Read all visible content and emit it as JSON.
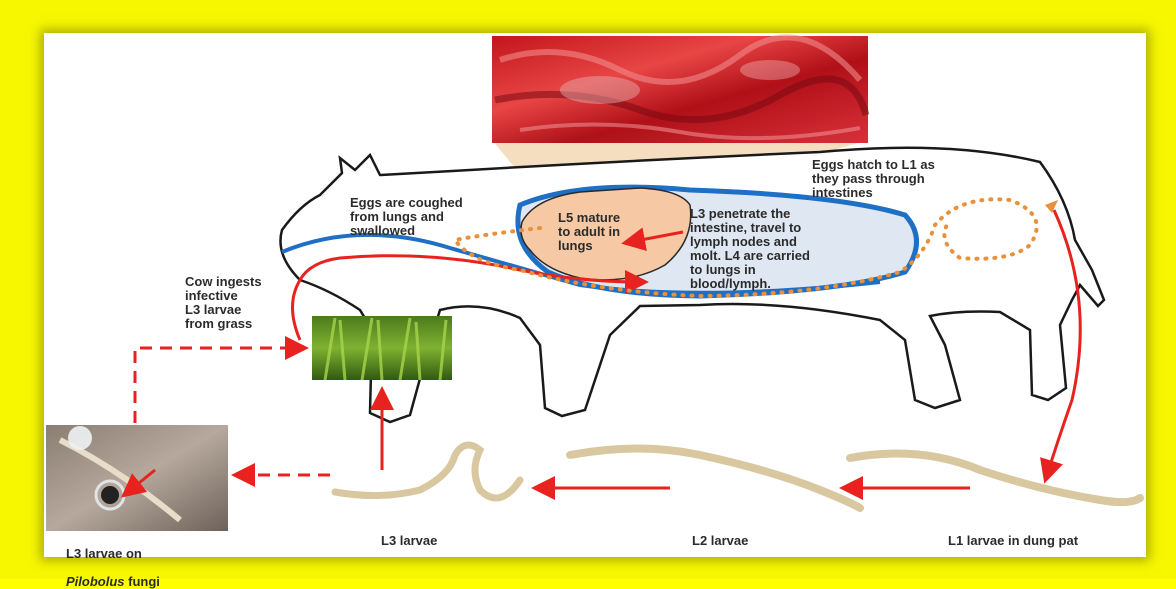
{
  "labels": {
    "eggs_coughed": "Eggs are coughed\nfrom lungs and\nswallowed",
    "eggs_hatch": "Eggs hatch to L1 as\nthey pass through\nintestines",
    "l5_mature": "L5 mature\nto adult in\nlungs",
    "l3_penetrate": "L3 penetrate the\nintestine, travel to\nlymph nodes and\nmolt. L4 are carried\nto lungs in\nblood/lymph.",
    "cow_ingests": "Cow ingests\ninfective\nL3 larvae\nfrom grass",
    "l1_larvae": "L1 larvae in  dung pat",
    "l2_larvae": "L2 larvae",
    "l3_larvae": "L3 larvae",
    "l3_pilobolus_line1": "L3 larvae on",
    "l3_pilobolus_italic": "Pilobolus",
    "l3_pilobolus_rest": " fungi"
  },
  "colors": {
    "background": "#ffff00",
    "arrow_red": "#e8231f",
    "intestine_blue": "#1f6fc5",
    "lung_fill": "#f6c9a4",
    "egg_dots": "#e8913a",
    "intestine_fill": "#dfe7f2"
  },
  "images": {
    "lung_tissue": "lung-tissue-photo",
    "grass": "grass-photo",
    "fungi": "pilobolus-fungi-photo",
    "larva": "larva-worm"
  }
}
